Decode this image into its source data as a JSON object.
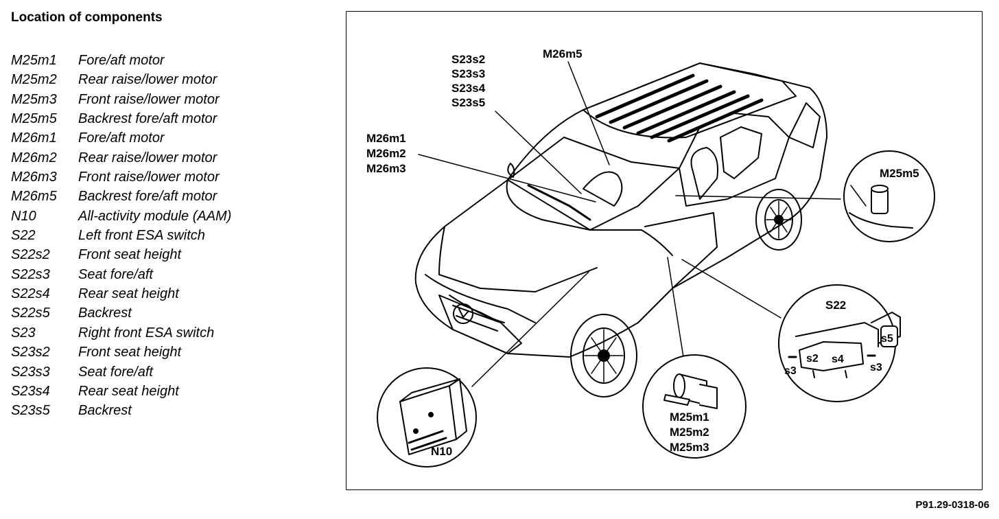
{
  "title": "Location of components",
  "legend": [
    {
      "code": "M25m1",
      "desc": "Fore/aft motor"
    },
    {
      "code": "M25m2",
      "desc": "Rear raise/lower motor"
    },
    {
      "code": "M25m3",
      "desc": "Front raise/lower motor"
    },
    {
      "code": "M25m5",
      "desc": "Backrest fore/aft motor"
    },
    {
      "code": "M26m1",
      "desc": "Fore/aft motor"
    },
    {
      "code": "M26m2",
      "desc": "Rear raise/lower motor"
    },
    {
      "code": "M26m3",
      "desc": "Front raise/lower motor"
    },
    {
      "code": "M26m5",
      "desc": "Backrest fore/aft motor"
    },
    {
      "code": "N10",
      "desc": "All-activity module (AAM)"
    },
    {
      "code": "S22",
      "desc": "Left front ESA switch"
    },
    {
      "code": "S22s2",
      "desc": "Front seat height"
    },
    {
      "code": "S22s3",
      "desc": "Seat fore/aft"
    },
    {
      "code": "S22s4",
      "desc": "Rear seat height"
    },
    {
      "code": "S22s5",
      "desc": "Backrest"
    },
    {
      "code": "S23",
      "desc": "Right front ESA switch"
    },
    {
      "code": "S23s2",
      "desc": "Front seat height"
    },
    {
      "code": "S23s3",
      "desc": "Seat fore/aft"
    },
    {
      "code": "S23s4",
      "desc": "Rear seat height"
    },
    {
      "code": "S23s5",
      "desc": "Backrest"
    }
  ],
  "diagram": {
    "callout_s23": [
      "S23s2",
      "S23s3",
      "S23s4",
      "S23s5"
    ],
    "callout_m26m5": "M26m5",
    "callout_m26": [
      "M26m1",
      "M26m2",
      "M26m3"
    ],
    "callout_m25m5": "M25m5",
    "callout_s22": "S22",
    "switch_labels": {
      "s2": "s2",
      "s4": "s4",
      "s5": "s5",
      "s3_left": "s3",
      "s3_right": "s3"
    },
    "callout_n10": "N10",
    "callout_m25": [
      "M25m1",
      "M25m2",
      "M25m3"
    ]
  },
  "figure_id": "P91.29-0318-06"
}
